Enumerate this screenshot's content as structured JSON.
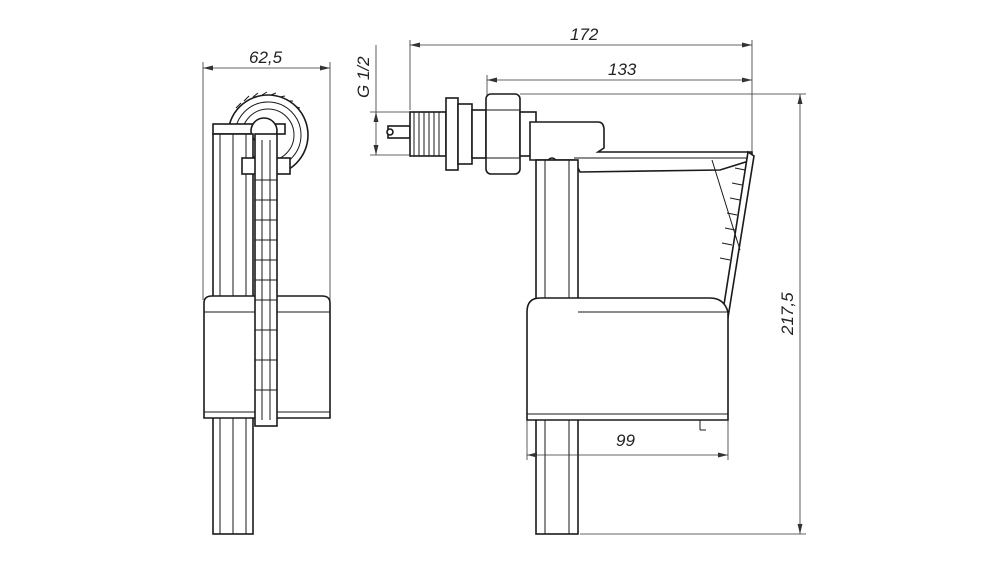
{
  "dimensions": {
    "width_side": "62,5",
    "overall_length": "172",
    "arm_length": "133",
    "thread": "G 1/2",
    "height": "217,5",
    "float_width": "99"
  }
}
